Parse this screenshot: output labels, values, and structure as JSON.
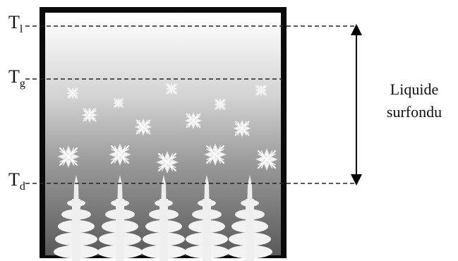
{
  "levels": {
    "tl": {
      "main": "T",
      "sub": "l"
    },
    "tg": {
      "main": "T",
      "sub": "g"
    },
    "td": {
      "main": "T",
      "sub": "d"
    }
  },
  "region_label": {
    "line1": "Liquide",
    "line2": "surfondu"
  },
  "colors": {
    "frame": "#0a0a0a",
    "top_gradient": "#f7f7f7",
    "mid_gradient": "#cdcdcd",
    "bottom_gradient": "#5e5e5e",
    "crystal": "#f2f2f2",
    "dashed": "#222222"
  },
  "icons": [
    "equiaxed-crystal-icon",
    "columnar-dendrite-icon",
    "double-arrow-icon"
  ]
}
